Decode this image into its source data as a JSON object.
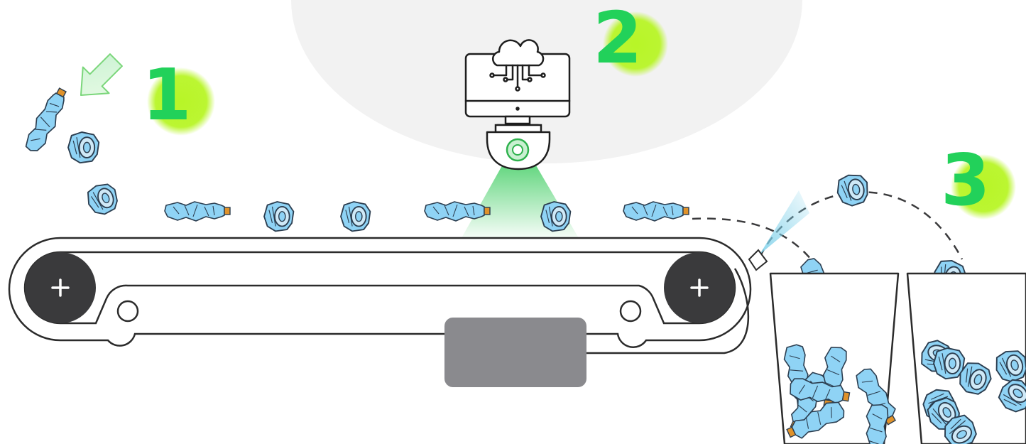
{
  "steps": [
    {
      "number": "1"
    },
    {
      "number": "2"
    },
    {
      "number": "3"
    }
  ],
  "colors": {
    "step_number": "#22d15a",
    "step_glow": "#b8f527",
    "outline": "#2b2b2b",
    "roller": "#3a3a3c",
    "control_box": "#8a8a8e",
    "camera_beam": "#5fd87f",
    "camera_lens": "#2fb24e",
    "air_jet": "#7fd1ea",
    "plastic": "#8fd3f5",
    "plastic_stroke": "#2c3e50",
    "cap": "#e0922a",
    "background_arc": "#f2f2f2"
  },
  "icons": [
    "down-arrow-icon",
    "cloud-computing-monitor-icon",
    "camera-icon",
    "plus-icon",
    "air-nozzle-icon"
  ]
}
